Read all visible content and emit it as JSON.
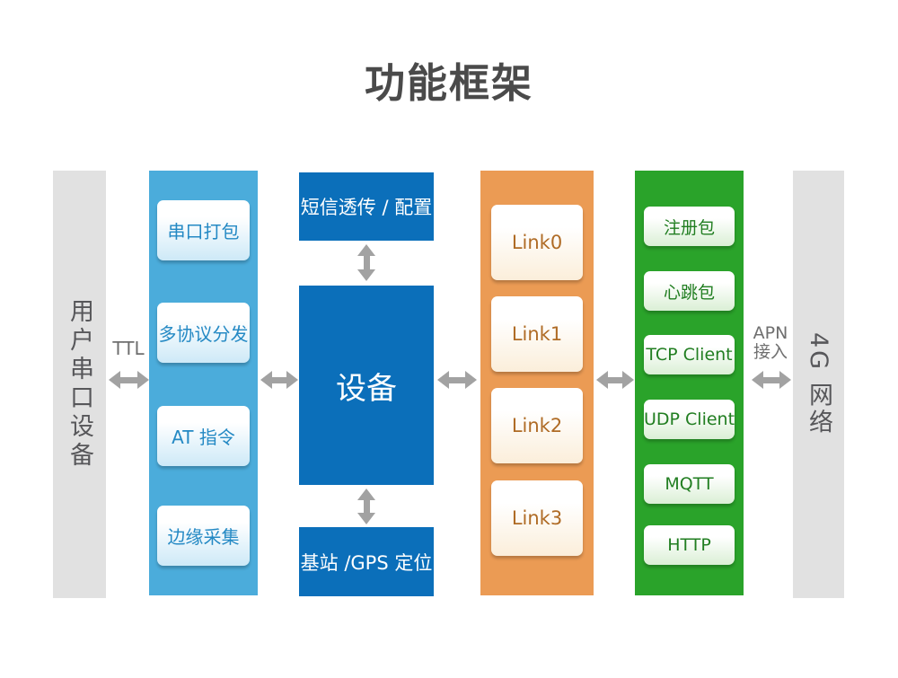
{
  "title": "功能框架",
  "left_bar": {
    "label": "用户串口设备"
  },
  "right_bar": {
    "label": "4G 网络"
  },
  "connections": {
    "ttl_label": "TTL",
    "apn_line1": "APN",
    "apn_line2": "接入"
  },
  "serial_column": {
    "items": [
      "串口打包",
      "多协议分发",
      "AT 指令",
      "边缘采集"
    ]
  },
  "device_column": {
    "sms_box": "短信透传 / 配置",
    "device_box": "设备",
    "gps_box": "基站 /GPS 定位"
  },
  "link_column": {
    "items": [
      "Link0",
      "Link1",
      "Link2",
      "Link3"
    ]
  },
  "protocol_column": {
    "items": [
      "注册包",
      "心跳包",
      "TCP Client",
      "UDP Client",
      "MQTT",
      "HTTP"
    ]
  },
  "colors": {
    "light_blue_column": "#4bacdb",
    "dark_blue_box": "#0b6fba",
    "orange_column": "#eb9b54",
    "green_column": "#2aa32a",
    "gray_bar": "#e1e1e1",
    "arrow_gray": "#a2a2a2",
    "blue_box_text": "#2489c4",
    "orange_box_text": "#af6b25",
    "green_box_text": "#217e21",
    "title_text": "#4a4a4a"
  }
}
